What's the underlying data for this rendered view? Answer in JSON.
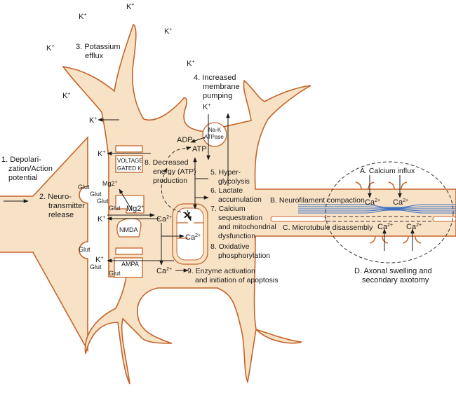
{
  "diagram": {
    "title": "Neuronal injury cascade: excitotoxicity and axonal injury",
    "ions": {
      "k": "K",
      "plus": "+",
      "ca": "Ca",
      "two_plus": "2+",
      "mg_label": "Mg2",
      "glut": "Glut"
    },
    "steps": {
      "s1": [
        "1. Depolari-",
        "zation/Action",
        "potential"
      ],
      "s2": [
        "2. Neuro-",
        "transmitter",
        "release"
      ],
      "s3": [
        "3. Potassium",
        "efflux"
      ],
      "s4": [
        "4. Increased",
        "membrane",
        "pumping"
      ],
      "s5": [
        "5. Hyper-",
        "glycolysis"
      ],
      "s6": [
        "6. Lactate",
        "accumulation"
      ],
      "s7": [
        "7. Calcium",
        "sequestration",
        "and mitochondrial",
        "dysfunction"
      ],
      "s8a": [
        "8. Decreased",
        "energy (ATP)",
        "production"
      ],
      "s8b": [
        "8. Oxidative",
        "phosphorylation"
      ],
      "s9": [
        "9. Enzyme activation",
        "and initiation of apoptosis"
      ]
    },
    "channels": {
      "voltage_gated_k": [
        "VOLTAGE",
        "GATED K"
      ],
      "nmda": "NMDA",
      "ampa": "AMPA",
      "na_k_atpase": [
        "Na-K",
        "ATPase"
      ],
      "adp": "ADP",
      "atp": "ATP"
    },
    "axon": {
      "a": "A. Calcium influx",
      "b": "B. Neurofilament compaction",
      "c": "C. Microtubule disassembly",
      "d": [
        "D. Axonal swelling and",
        "secondary axotomy"
      ]
    },
    "colors": {
      "cell_fill": "#f8e2c6",
      "membrane": "#c4642a",
      "neurofilament": "#3a6fc2",
      "text": "#1a1a1a"
    }
  }
}
